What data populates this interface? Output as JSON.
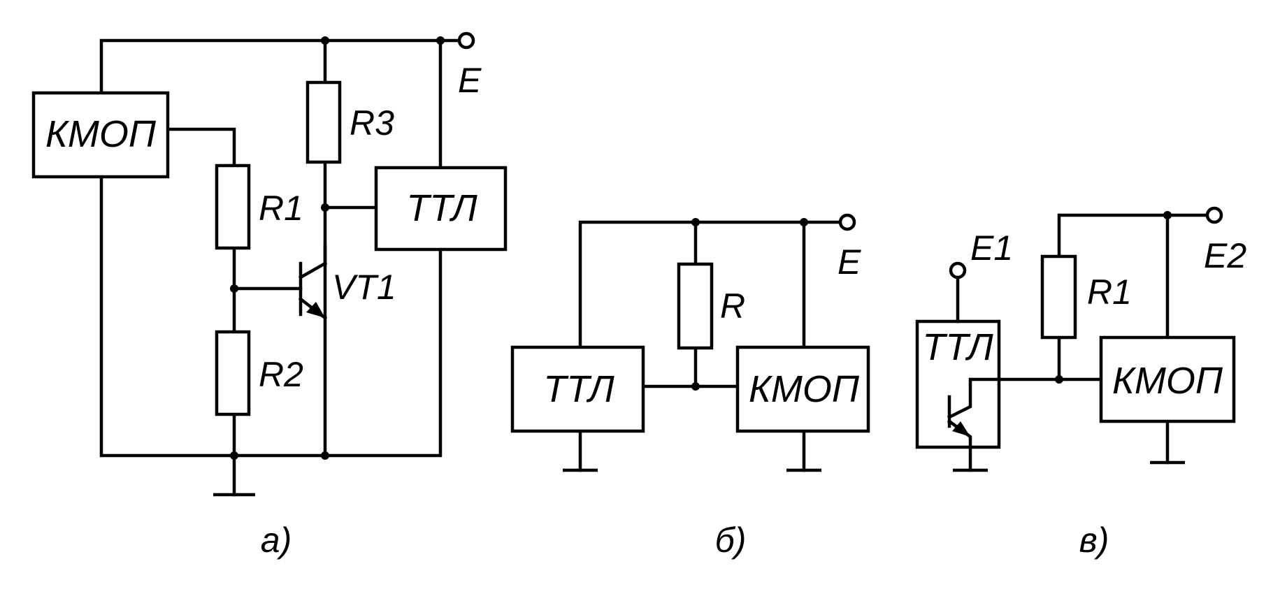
{
  "blocks": {
    "a_cmos": "КМОП",
    "a_ttl": "ТТЛ",
    "b_ttl": "ТТЛ",
    "b_cmos": "КМОП",
    "c_ttl": "ТТЛ",
    "c_cmos": "КМОП"
  },
  "components": {
    "a_r1": "R1",
    "a_r2": "R2",
    "a_r3": "R3",
    "a_vt1": "VT1",
    "b_r": "R",
    "c_r1": "R1"
  },
  "supplies": {
    "a_e": "E",
    "b_e": "E",
    "c_e1": "E1",
    "c_e2": "E2"
  },
  "captions": {
    "a": "а)",
    "b": "б)",
    "c": "в)"
  }
}
